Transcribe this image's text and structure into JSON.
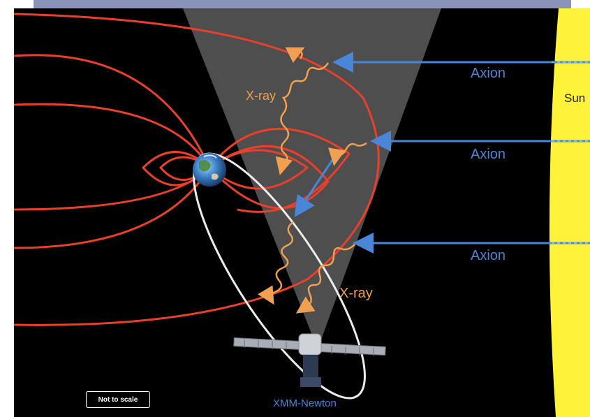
{
  "labels": {
    "sun": "Sun",
    "axion_1": "Axion",
    "axion_2": "Axion",
    "axion_3": "Axion",
    "xray_1": "X-ray",
    "xray_2": "X-ray",
    "satellite": "XMM-Newton",
    "scale_note": "Not to scale"
  },
  "colors": {
    "background": "#000000",
    "sun": "#fff33a",
    "field_lines": "#e8402a",
    "axion": "#4a86d8",
    "xray": "#f0a050",
    "orbit": "#e8e8e8",
    "cone": "#5a5a5a"
  },
  "icons": [
    "earth-icon",
    "satellite-icon",
    "sun-icon"
  ]
}
